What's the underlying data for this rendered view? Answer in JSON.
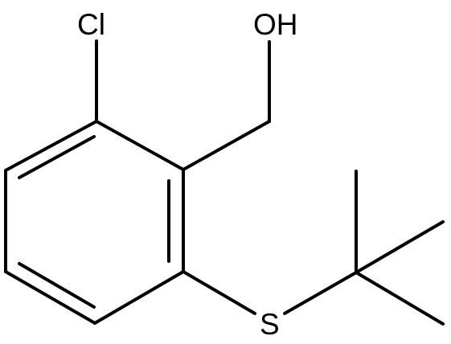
{
  "structure": {
    "atom_labels": {
      "cl": "Cl",
      "oh": "OH",
      "s": "S"
    },
    "colors": {
      "bond": "#000000",
      "text": "#000000",
      "background": "#ffffff"
    }
  }
}
